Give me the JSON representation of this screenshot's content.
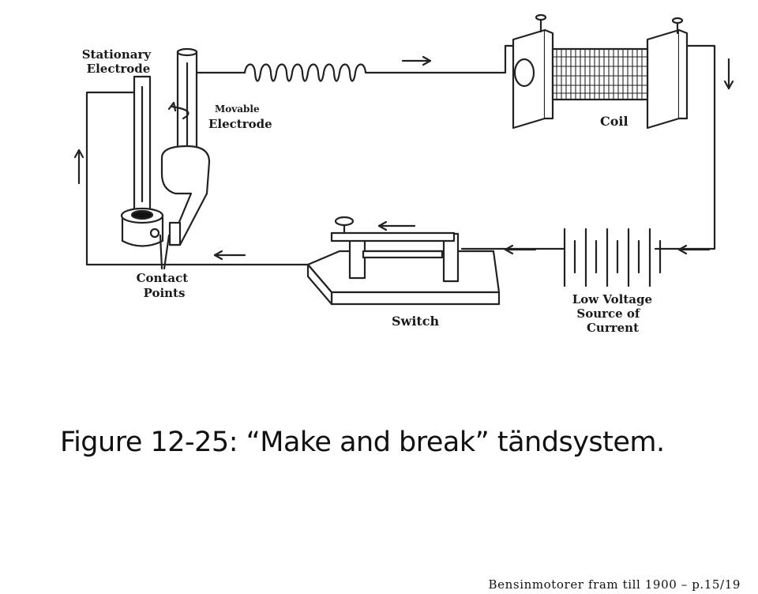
{
  "diagram": {
    "labels": {
      "stationary_electrode": [
        "Stationary",
        "Electrode"
      ],
      "movable_electrode": [
        "Movable",
        "Electrode"
      ],
      "coil": "Coil",
      "contact_points": [
        "Contact",
        "Points"
      ],
      "switch": "Switch",
      "source": [
        "Low Voltage",
        "Source of",
        "Current"
      ]
    }
  },
  "caption": "Figure 12-25: “Make and break” tändsystem.",
  "footer": "Bensinmotorer fram till 1900 – p.15/19"
}
